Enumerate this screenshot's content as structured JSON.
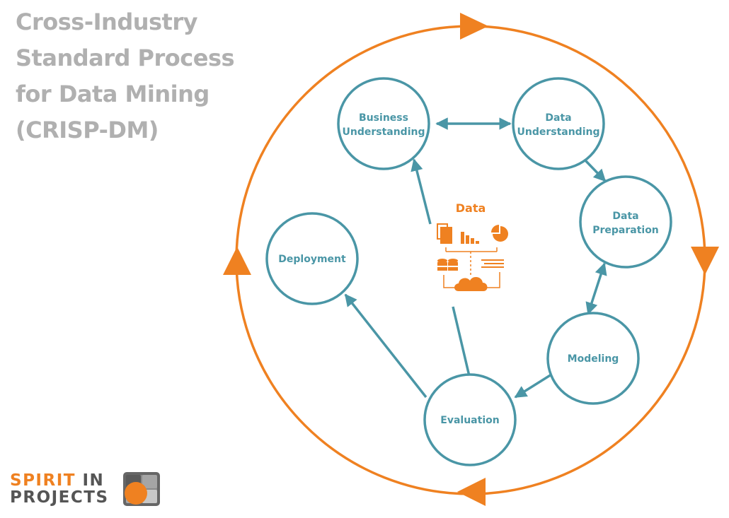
{
  "title": {
    "lines": [
      "Cross-Industry",
      "Standard Process",
      "for Data Mining",
      "(CRISP-DM)"
    ]
  },
  "center": {
    "label": "Data",
    "icon": "data-sources-icon"
  },
  "phases": [
    {
      "id": "business",
      "lines": [
        "Business",
        "Understanding"
      ]
    },
    {
      "id": "data_understanding",
      "lines": [
        "Data",
        "Understanding"
      ]
    },
    {
      "id": "data_preparation",
      "lines": [
        "Data",
        "Preparation"
      ]
    },
    {
      "id": "modeling",
      "lines": [
        "Modeling"
      ]
    },
    {
      "id": "evaluation",
      "lines": [
        "Evaluation"
      ]
    },
    {
      "id": "deployment",
      "lines": [
        "Deployment"
      ]
    }
  ],
  "connections": [
    {
      "from": "business",
      "to": "data_understanding",
      "direction": "both"
    },
    {
      "from": "data_understanding",
      "to": "data_preparation",
      "direction": "forward"
    },
    {
      "from": "data_preparation",
      "to": "modeling",
      "direction": "both"
    },
    {
      "from": "modeling",
      "to": "evaluation",
      "direction": "forward"
    },
    {
      "from": "evaluation",
      "to": "deployment",
      "direction": "forward"
    },
    {
      "from": "evaluation",
      "to": "business",
      "direction": "forward"
    }
  ],
  "outer_cycle": {
    "direction": "clockwise"
  },
  "logo": {
    "line1_a": "SPIRIT",
    "line1_b": "IN",
    "line2": "PROJECTS"
  },
  "colors": {
    "orange": "#ef8121",
    "teal": "#4a96a6",
    "title_gray": "#b0b0b0",
    "logo_dark": "#555555"
  }
}
